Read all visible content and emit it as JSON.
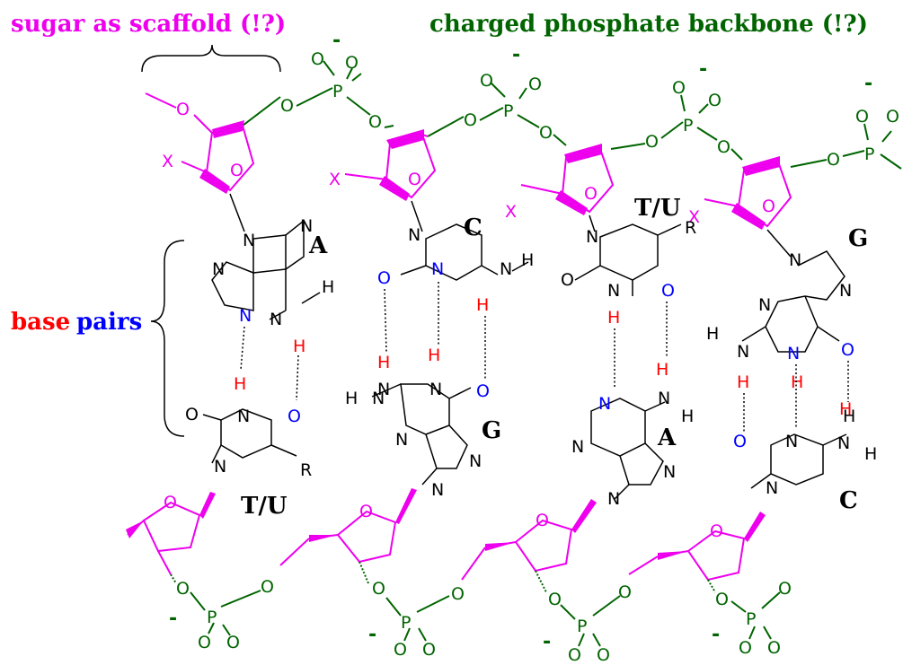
{
  "labels": {
    "sugar_scaffold": "sugar as scaffold (!?)",
    "phosphate_backbone": "charged phosphate backbone (!?)",
    "base_word": "base",
    "pairs_word": "pairs"
  },
  "nucleotides": {
    "top": [
      "A",
      "C",
      "T/U",
      "G"
    ],
    "bottom": [
      "T/U",
      "G",
      "A",
      "C"
    ]
  },
  "atoms": {
    "oxygen": "O",
    "phosphorus": "P",
    "nitrogen": "N",
    "hydrogen": "H",
    "substituent_x": "X",
    "substituent_r": "R",
    "negative_charge": "-"
  },
  "colors": {
    "sugar": "#ee00ee",
    "phosphate": "#006400",
    "acceptor": "#0000ff",
    "donor_h": "#ff0000",
    "base": "#000000"
  }
}
